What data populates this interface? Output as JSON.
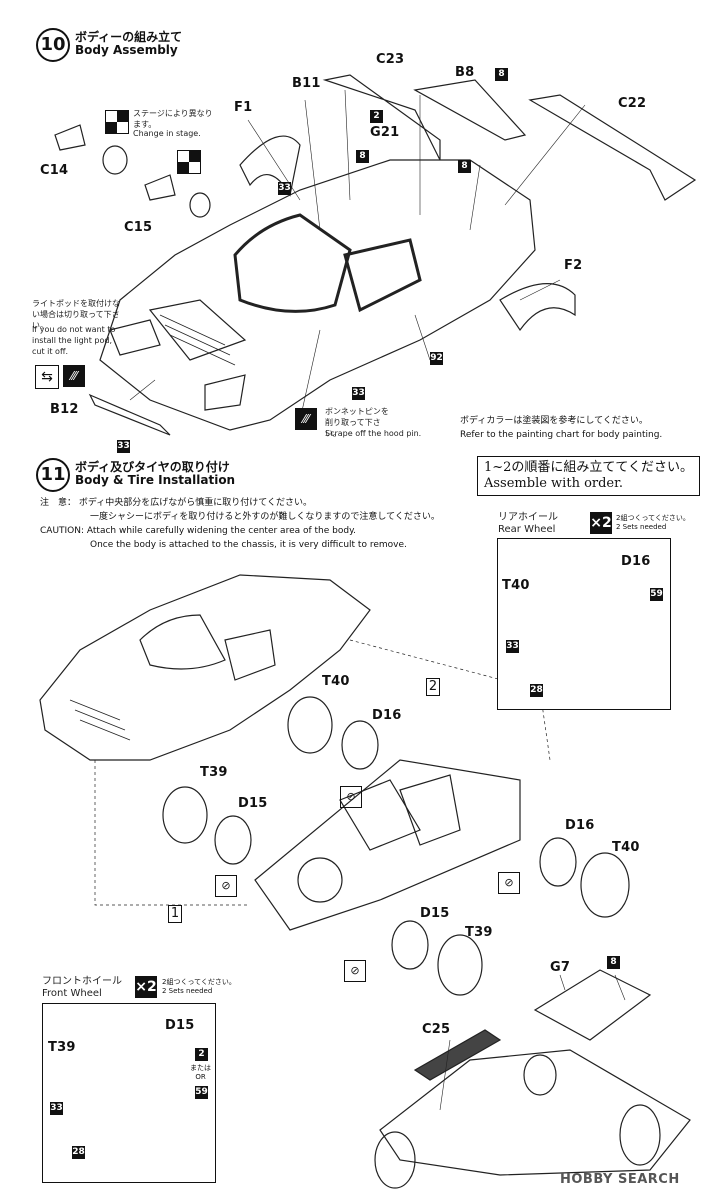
{
  "step10": {
    "number": "10",
    "title_jp": "ボディーの組み立て",
    "title_en": "Body Assembly",
    "parts": {
      "C23": "C23",
      "B8": "B8",
      "B11": "B11",
      "C22": "C22",
      "F1": "F1",
      "G21": "G21",
      "C14": "C14",
      "C15": "C15",
      "F2": "F2",
      "B12": "B12"
    },
    "part_numbers": {
      "n8": "8",
      "n2": "2",
      "n33": "33",
      "n92": "92"
    },
    "stage_note_jp": "ステージにより異なります。",
    "stage_note_en": "Change in stage.",
    "light_pod_note_jp": "ライトポッドを取付けない場合は切り取って下さい。",
    "light_pod_note_en": "If you do not want to install the light pod, cut it off.",
    "hood_pin_note_jp": "ボンネットピンを削り取って下さい。",
    "hood_pin_note_en": "Scrape off the hood pin.",
    "paint_note_jp": "ボディカラーは塗装図を参考にしてください。",
    "paint_note_en": "Refer to the painting chart for body painting."
  },
  "step11": {
    "number": "11",
    "title_jp": "ボディ及びタイヤの取り付け",
    "title_en": "Body & Tire Installation",
    "order_jp": "1~2の順番に組み立ててください。",
    "order_en": "Assemble with order.",
    "caution_label_jp": "注　意：",
    "caution_jp_1": "ボディ中央部分を広げながら慎重に取り付けてください。",
    "caution_jp_2": "一度シャシーにボディを取り付けると外すのが難しくなりますので注意してください。",
    "caution_label_en": "CAUTION:",
    "caution_en_1": "Attach while carefully widening the center area of the body.",
    "caution_en_2": "Once the body is attached to the chassis, it is very difficult to remove.",
    "parts": {
      "T40a": "T40",
      "D16a": "D16",
      "T39a": "T39",
      "D15a": "D15",
      "D16b": "D16",
      "T40b": "T40",
      "D15b": "D15",
      "T39b": "T39",
      "G7": "G7",
      "C25": "C25"
    },
    "order_num_1": "1",
    "order_num_2": "2",
    "rear_wheel": {
      "title_jp": "リアホイール",
      "title_en": "Rear Wheel",
      "multiplier": "×2",
      "sets_jp": "2組つくってください。",
      "sets_en": "2 Sets needed",
      "T40": "T40",
      "D16": "D16",
      "n59": "59",
      "n33": "33",
      "n28": "28"
    },
    "front_wheel": {
      "title_jp": "フロントホイール",
      "title_en": "Front Wheel",
      "multiplier": "×2",
      "sets_jp": "2組つくってください。",
      "sets_en": "2 Sets needed",
      "D15": "D15",
      "T39": "T39",
      "n2": "2",
      "or_jp": "または",
      "or_en": "OR",
      "n59": "59",
      "n33": "33",
      "n28": "28"
    },
    "n8": "8"
  },
  "watermark": "HOBBY SEARCH"
}
